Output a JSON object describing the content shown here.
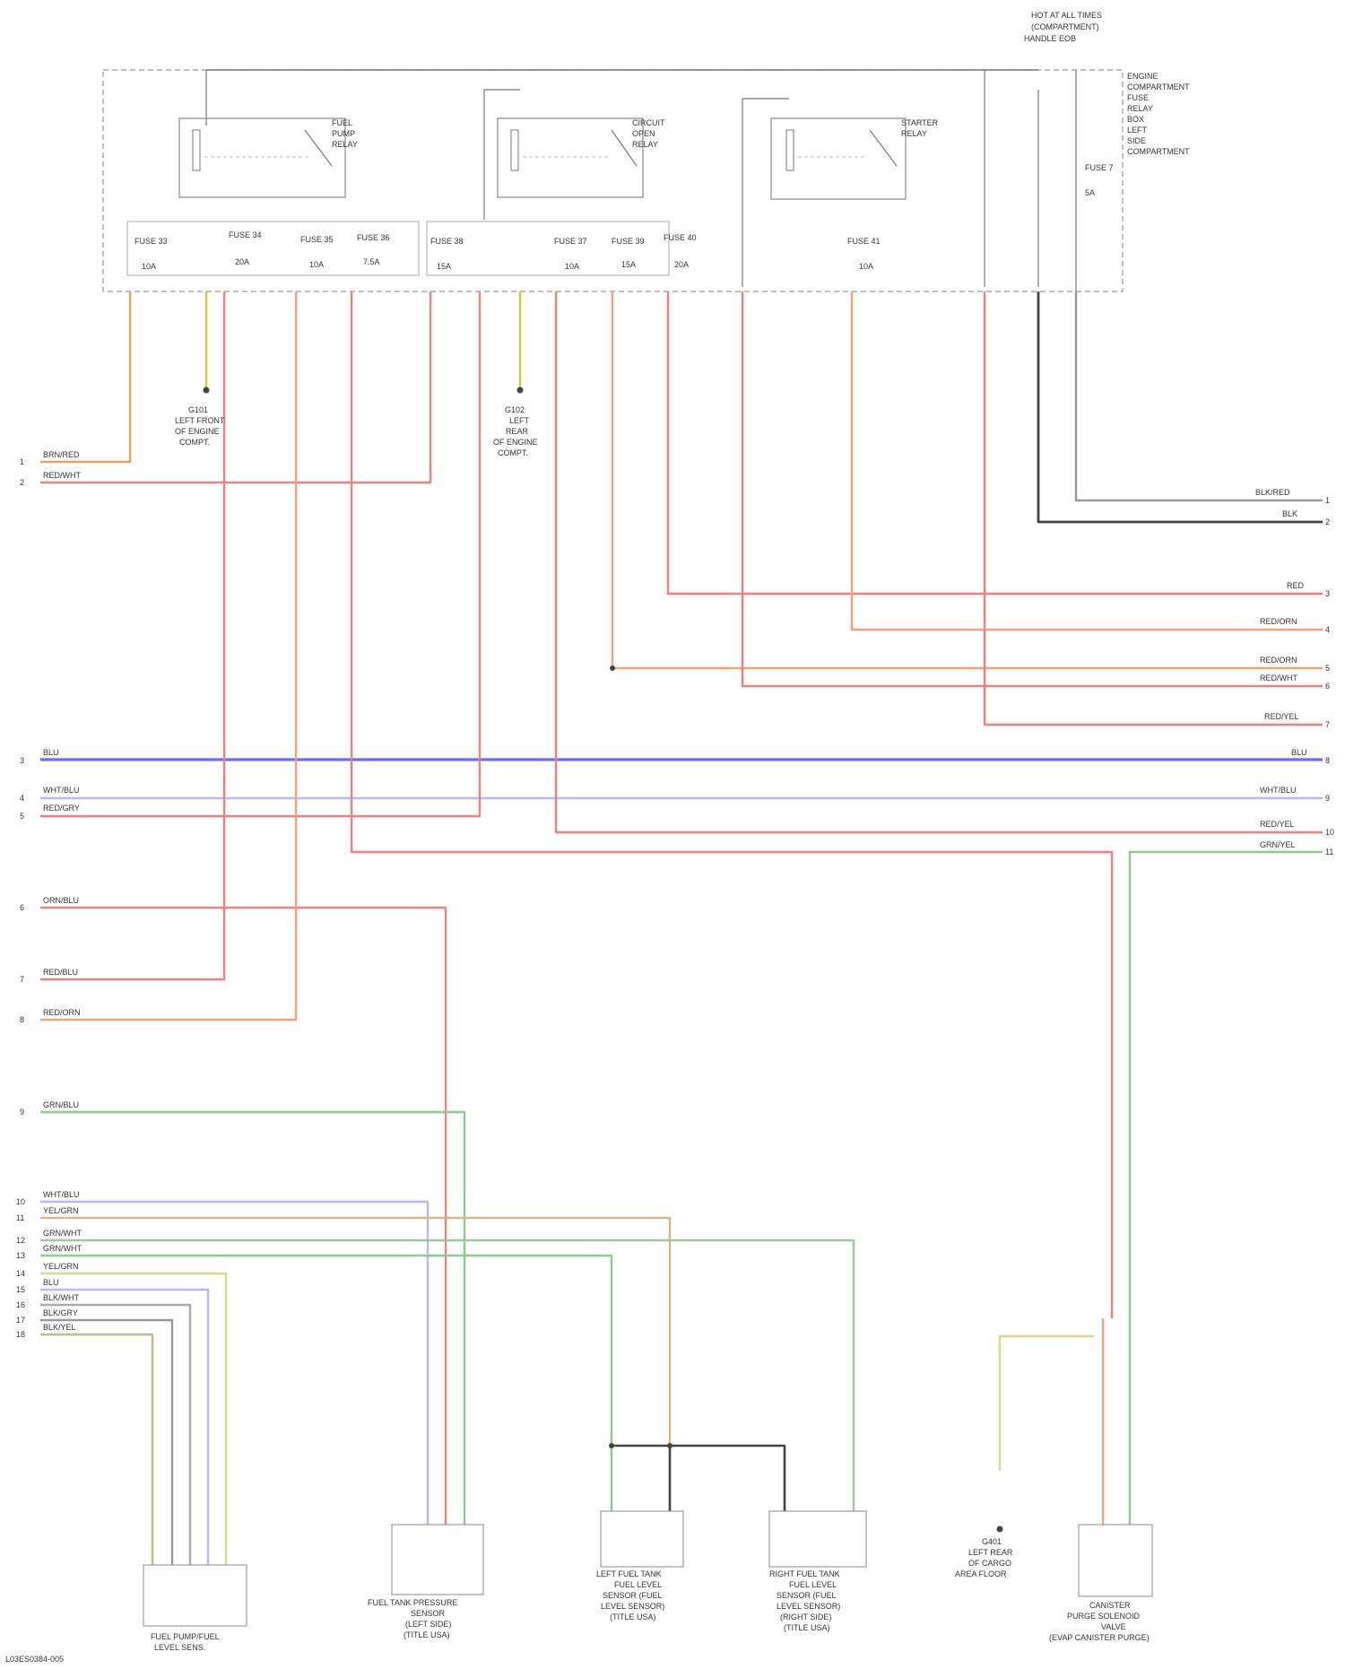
{
  "header": {
    "box_title": [
      "HOT AT ALL TIMES",
      "(COMPARTMENT)",
      "HANDLE EOB"
    ],
    "side_label": [
      "ENGINE",
      "COMPARTMENT",
      "FUSE",
      "RELAY",
      "BOX",
      "LEFT",
      "SIDE",
      "COMPARTMENT"
    ]
  },
  "relays": [
    {
      "label": [
        "FUEL",
        "PUMP",
        "RELAY"
      ]
    },
    {
      "label": [
        "CIRCUIT",
        "OPEN",
        "RELAY"
      ]
    },
    {
      "label": [
        "STARTER",
        "RELAY"
      ]
    }
  ],
  "fuses": [
    {
      "label": "FUSE 33",
      "amps": "10A"
    },
    {
      "label": "FUSE 34",
      "amps": "20A"
    },
    {
      "label": "FUSE 35",
      "amps": "10A"
    },
    {
      "label": "FUSE 36",
      "amps": "7.5A"
    },
    {
      "label": "FUSE 38",
      "amps": "15A"
    },
    {
      "label": "FUSE 37",
      "amps": "10A"
    },
    {
      "label": "FUSE 39",
      "amps": "15A"
    },
    {
      "label": "FUSE 40",
      "amps": "20A"
    },
    {
      "label": "FUSE 41",
      "amps": "10A"
    },
    {
      "label": "FUSE 7",
      "amps": "5A"
    }
  ],
  "left_connectors": [
    {
      "pin": "1",
      "wire": "BRN/RED"
    },
    {
      "pin": "2",
      "wire": "RED/WHT"
    },
    {
      "pin": "3",
      "wire": "BLU"
    },
    {
      "pin": "4",
      "wire": "WHT/BLU"
    },
    {
      "pin": "5",
      "wire": "RED/GRY"
    },
    {
      "pin": "6",
      "wire": "ORN/BLU"
    },
    {
      "pin": "7",
      "wire": "RED/BLU"
    },
    {
      "pin": "8",
      "wire": "RED/ORN"
    },
    {
      "pin": "9",
      "wire": "GRN/BLU"
    },
    {
      "pin": "10",
      "wire": "WHT/BLU"
    },
    {
      "pin": "11",
      "wire": "YEL/GRN"
    },
    {
      "pin": "12",
      "wire": "GRN/WHT"
    },
    {
      "pin": "13",
      "wire": "GRN/WHT"
    },
    {
      "pin": "14",
      "wire": "YEL/GRN"
    },
    {
      "pin": "15",
      "wire": "BLU"
    },
    {
      "pin": "16",
      "wire": "BLK/WHT"
    },
    {
      "pin": "17",
      "wire": "BLK/GRY"
    },
    {
      "pin": "18",
      "wire": "BLK/YEL"
    }
  ],
  "right_connectors": [
    {
      "pin": "1",
      "wire": "BLK/RED"
    },
    {
      "pin": "2",
      "wire": "BLK"
    },
    {
      "pin": "3",
      "wire": "RED"
    },
    {
      "pin": "4",
      "wire": "RED/ORN"
    },
    {
      "pin": "5",
      "wire": "RED/ORN"
    },
    {
      "pin": "6",
      "wire": "RED/WHT"
    },
    {
      "pin": "7",
      "wire": "RED/YEL"
    },
    {
      "pin": "8",
      "wire": "BLU"
    },
    {
      "pin": "9",
      "wire": "WHT/BLU"
    },
    {
      "pin": "10",
      "wire": "RED/YEL"
    },
    {
      "pin": "11",
      "wire": "GRN/YEL"
    }
  ],
  "grounds": [
    {
      "label": [
        "G101",
        "LEFT FRONT",
        "OF ENGINE",
        "COMPT."
      ]
    },
    {
      "label": [
        "G102",
        "LEFT",
        "REAR",
        "OF ENGINE",
        "COMPT."
      ]
    },
    {
      "label": [
        "G401",
        "LEFT REAR",
        "OF CARGO",
        "AREA FLOOR"
      ]
    }
  ],
  "components": [
    {
      "label": [
        "FUEL PUMP/FUEL",
        "LEVEL SENS."
      ]
    },
    {
      "label": [
        "FUEL TANK PRESSURE",
        "SENSOR",
        "(LEFT SIDE)",
        "(TITLE USA)"
      ]
    },
    {
      "label": [
        "LEFT FUEL TANK",
        "FUEL LEVEL",
        "SENSOR (FUEL",
        "LEVEL SENSOR)",
        "(TITLE USA)"
      ]
    },
    {
      "label": [
        "RIGHT FUEL TANK",
        "FUEL LEVEL",
        "SENSOR (FUEL",
        "LEVEL SENSOR)",
        "(RIGHT SIDE)",
        "(TITLE USA)"
      ]
    },
    {
      "label": [
        "CANISTER",
        "PURGE SOLENOID",
        "VALVE",
        "(EVAP CANISTER PURGE)"
      ]
    }
  ],
  "footer": {
    "code": "L03ES0384-005"
  }
}
